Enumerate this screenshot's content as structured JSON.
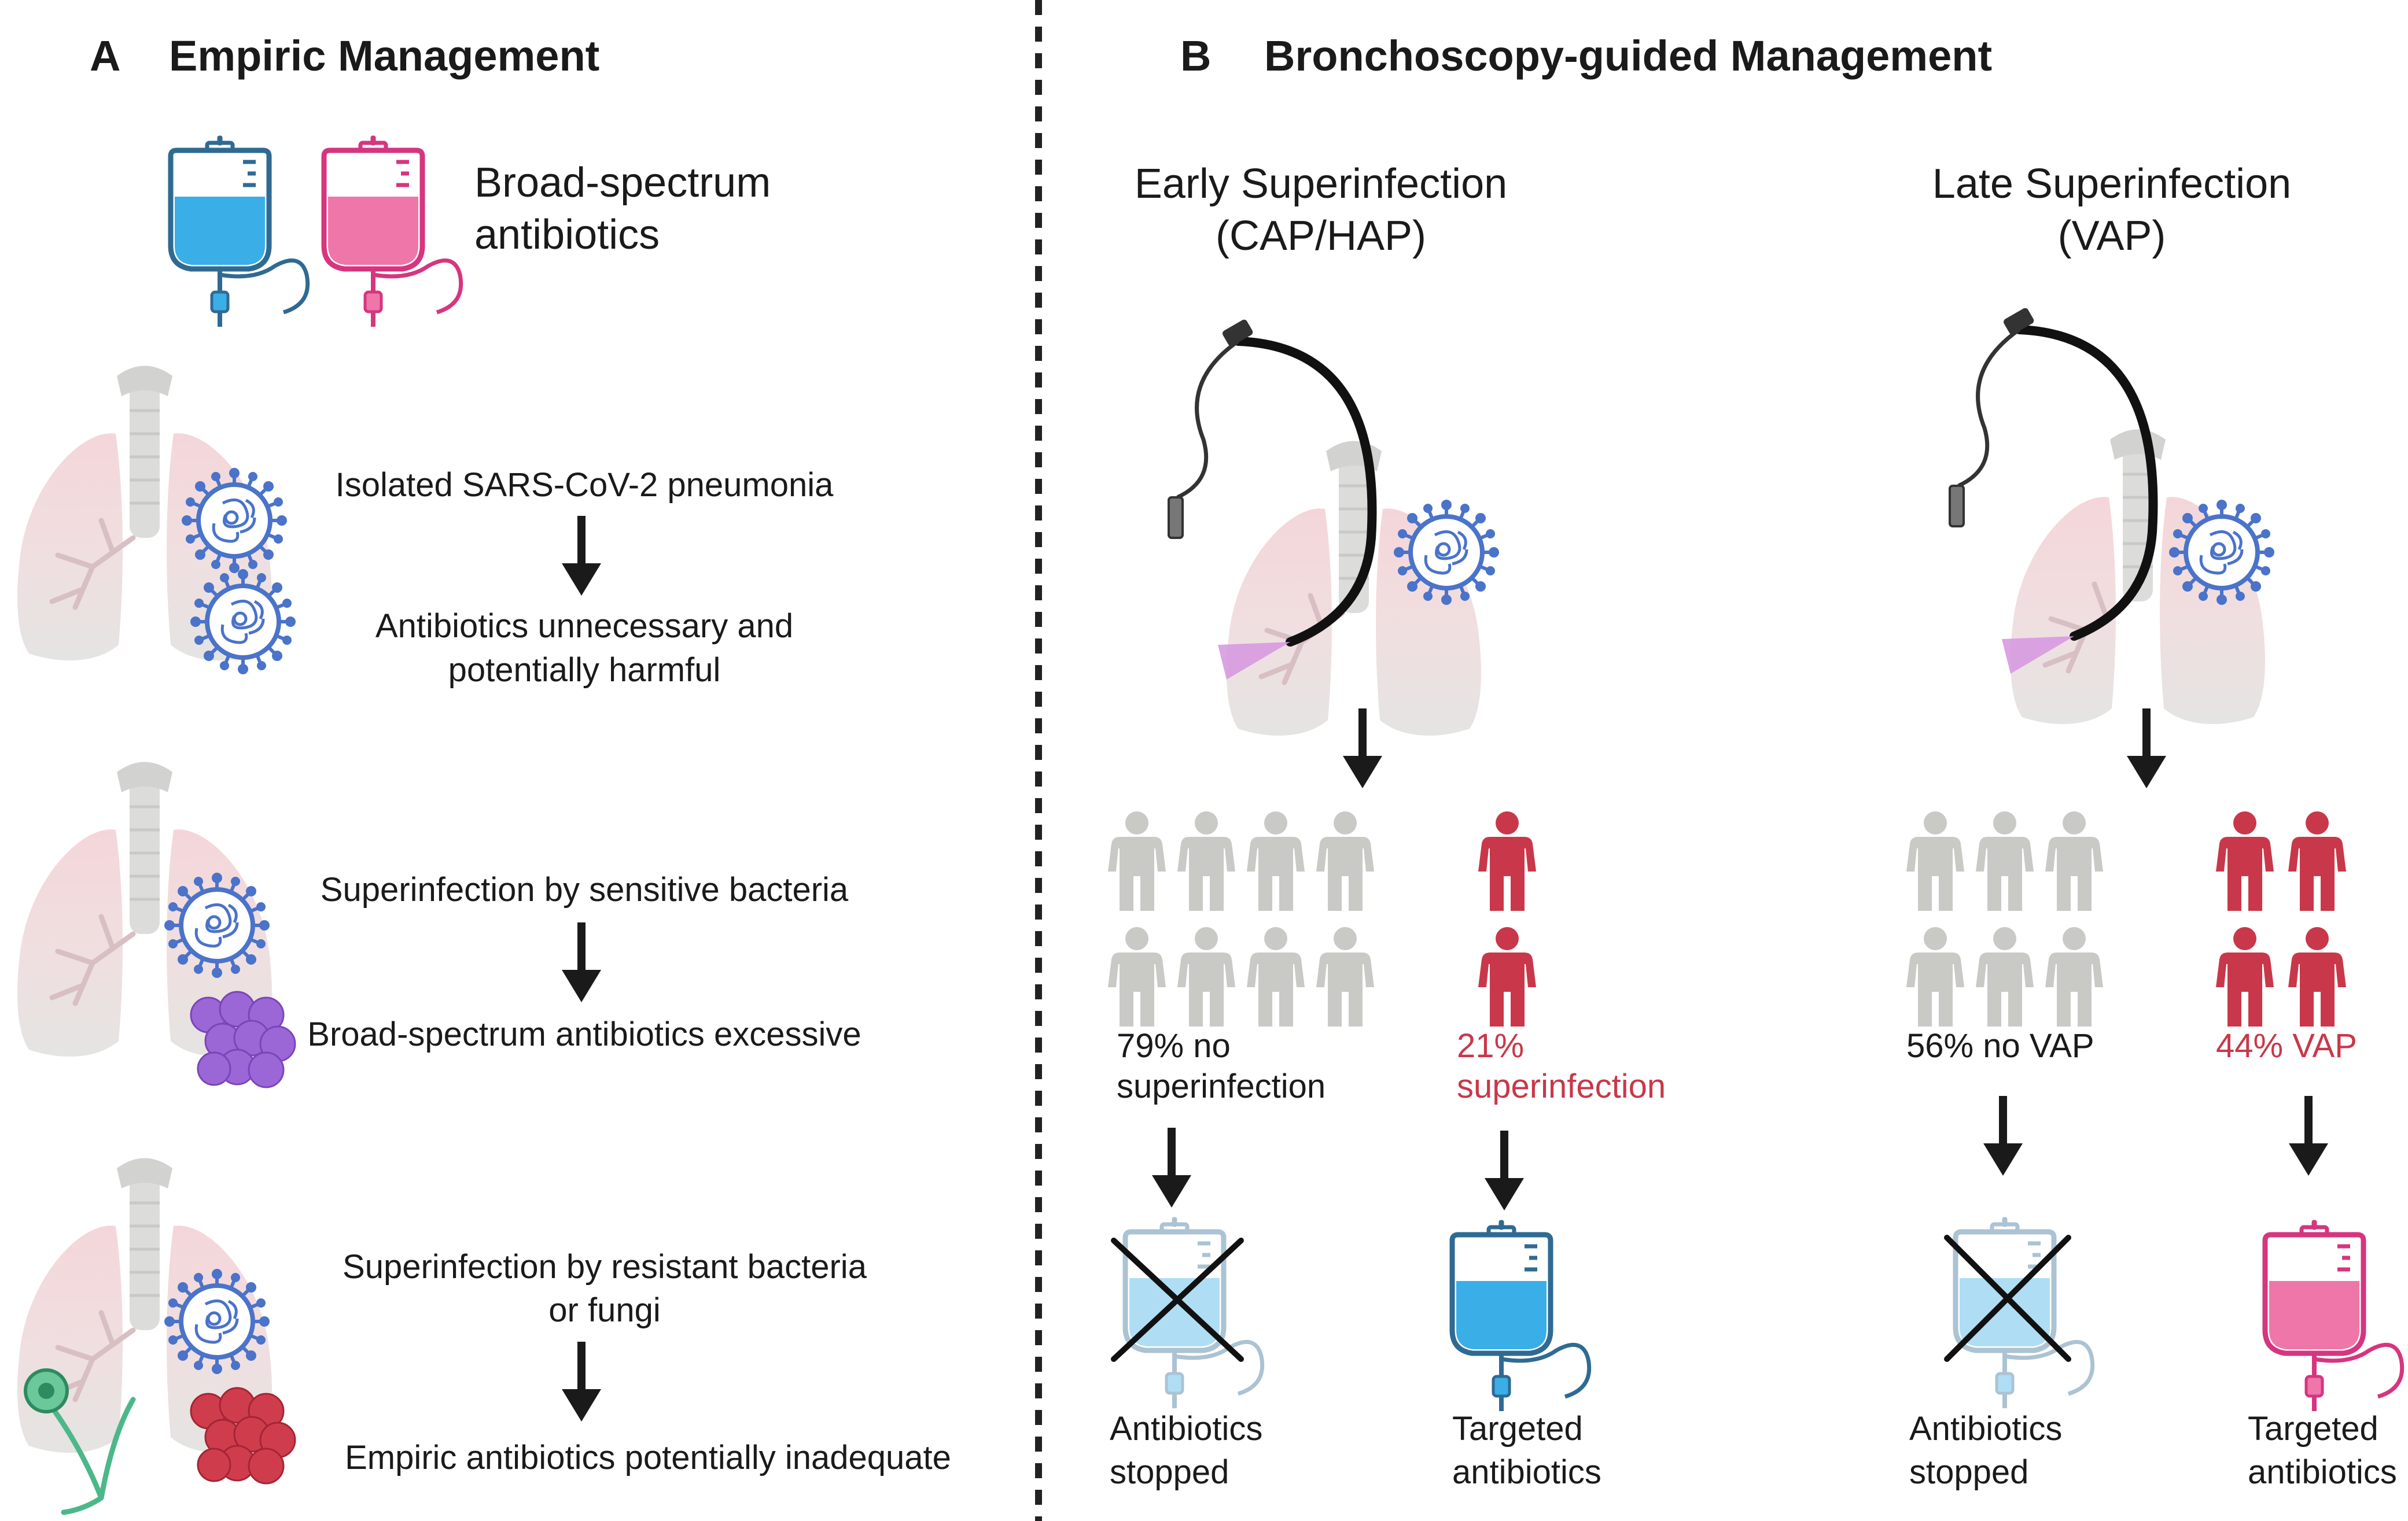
{
  "panel_a": {
    "letter": "A",
    "title": "Empiric Management",
    "iv_label_line1": "Broad-spectrum",
    "iv_label_line2": "antibiotics",
    "scenario1": {
      "condition": "Isolated SARS-CoV-2 pneumonia",
      "outcome_line1": "Antibiotics unnecessary and",
      "outcome_line2": "potentially harmful"
    },
    "scenario2": {
      "condition": "Superinfection by sensitive bacteria",
      "outcome": "Broad-spectrum antibiotics excessive"
    },
    "scenario3": {
      "condition_line1": "Superinfection by resistant bacteria",
      "condition_line2": "or fungi",
      "outcome": "Empiric antibiotics potentially inadequate"
    }
  },
  "panel_b": {
    "letter": "B",
    "title": "Bronchoscopy-guided Management",
    "early": {
      "title_line1": "Early Superinfection",
      "title_line2": "(CAP/HAP)",
      "neg_line1": "79% no",
      "neg_line2": "superinfection",
      "pos_line1": "21%",
      "pos_line2": "superinfection",
      "neg_result_line1": "Antibiotics",
      "neg_result_line2": "stopped",
      "pos_result_line1": "Targeted",
      "pos_result_line2": "antibiotics"
    },
    "late": {
      "title_line1": "Late Superinfection",
      "title_line2": "(VAP)",
      "neg_label": "56% no VAP",
      "pos_label": "44% VAP",
      "neg_result_line1": "Antibiotics",
      "neg_result_line2": "stopped",
      "pos_result_line1": "Targeted",
      "pos_result_line2": "antibiotics"
    }
  },
  "colors": {
    "text": "#1a1a1a",
    "positive_red": "#c8384a",
    "negative_grey": "#c9cac6",
    "iv_blue": "#3aaee6",
    "iv_blue_outline": "#2f6a93",
    "iv_pink": "#ef76a8",
    "iv_pink_outline": "#d6357f",
    "lung_pink": "#f2d9dc",
    "virus_blue": "#4a73c9",
    "bacteria_purple": "#9b66d6",
    "bacteria_red": "#cf3d4c",
    "fungus_green": "#4cb88a"
  },
  "icons": [
    "iv-bag-icon",
    "lungs-icon",
    "virus-icon",
    "bacteria-cluster-icon",
    "fungus-icon",
    "bronchoscope-icon",
    "person-icon",
    "cross-out-icon",
    "down-arrow-icon"
  ]
}
